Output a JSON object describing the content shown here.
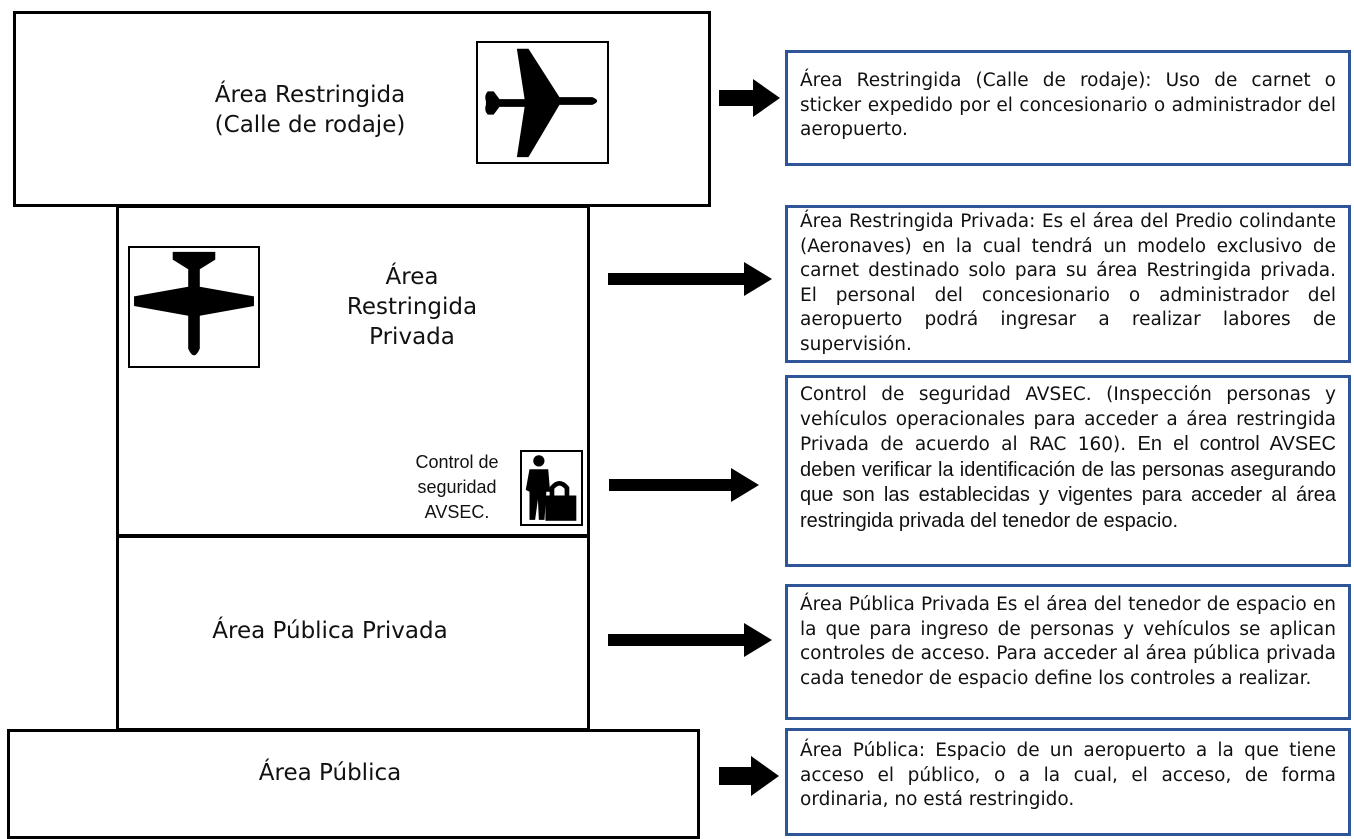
{
  "zones": {
    "taxiway": {
      "label": "Área Restringida\n(Calle de rodaje)"
    },
    "private_restricted": {
      "label": "Área\nRestringida\nPrivada"
    },
    "security_control": {
      "label": "Control de\nseguridad\nAVSEC."
    },
    "private_public": {
      "label": "Área Pública Privada"
    },
    "public": {
      "label": "Área Pública"
    }
  },
  "descriptions": {
    "taxiway": "Área Restringida (Calle de rodaje): Uso de carnet o sticker expedido por el concesionario o administrador del aeropuerto.",
    "private_restricted": "Área Restringida Privada: Es el área del Predio colindante (Aeronaves) en la cual tendrá un modelo exclusivo de carnet destinado solo para su área Restringida privada.  El personal del concesionario o administrador del aeropuerto podrá ingresar a realizar labores de supervisión.",
    "security_control_line1": "Control de seguridad  AVSEC. (Inspección personas y vehículos operacionales para acceder a área restringida Privada de acuerdo al RAC 160).",
    "security_control_line2": "En el control AVSEC deben verificar la identificación de las personas asegurando que son las establecidas y vigentes para acceder al área restringida privada del tenedor de espacio.",
    "private_public": "Área Pública Privada Es el área del tenedor de  espacio en la que para ingreso de personas y vehículos se aplican controles de acceso. Para acceder al área pública privada cada tenedor de espacio define los controles a realizar.",
    "public": "Área Pública: Espacio de un aeropuerto a la que tiene acceso el público, o a la cual, el acceso, de forma ordinaria, no está restringido."
  },
  "icons": {
    "airplane_right": "airplane-icon",
    "airplane_down": "airplane-icon",
    "security": "security-guard-lock-icon",
    "arrow": "right-arrow-icon"
  },
  "colors": {
    "zone_border": "#000000",
    "desc_border": "#2e5597",
    "icon_fill": "#000000"
  }
}
